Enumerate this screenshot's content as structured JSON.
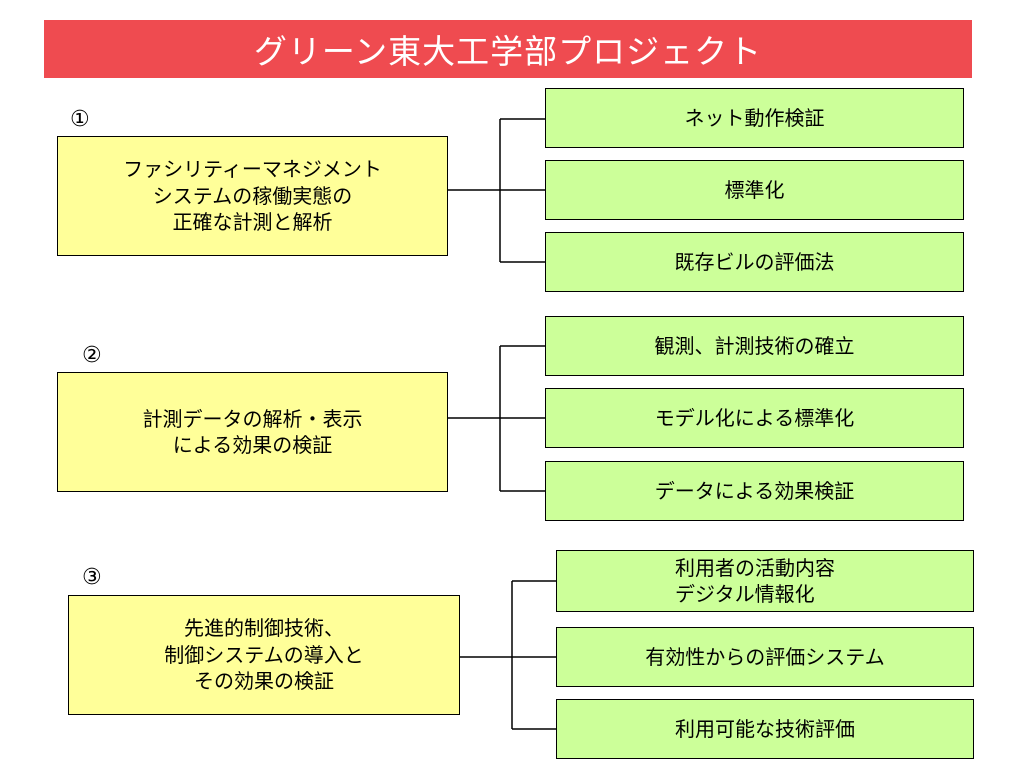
{
  "colors": {
    "title_bg": "#ef4b50",
    "title_text": "#ffffff",
    "left_box_bg": "#ffff99",
    "right_box_bg": "#ccff99",
    "border": "#000000"
  },
  "title": "グリーン東大工学部プロジェクト",
  "groups": [
    {
      "number": "①",
      "main": "ファシリティーマネジメント\nシステムの稼働実態の\n正確な計測と解析",
      "items": [
        "ネット動作検証",
        "標準化",
        "既存ビルの評価法"
      ]
    },
    {
      "number": "②",
      "main": "計測データの解析・表示\nによる効果の検証",
      "items": [
        "観測、計測技術の確立",
        "モデル化による標準化",
        "データによる効果検証"
      ]
    },
    {
      "number": "③",
      "main": "先進的制御技術、\n制御システムの導入と\nその効果の検証",
      "items": [
        "利用者の活動内容\nデジタル情報化",
        "有効性からの評価システム",
        "利用可能な技術評価"
      ]
    }
  ]
}
